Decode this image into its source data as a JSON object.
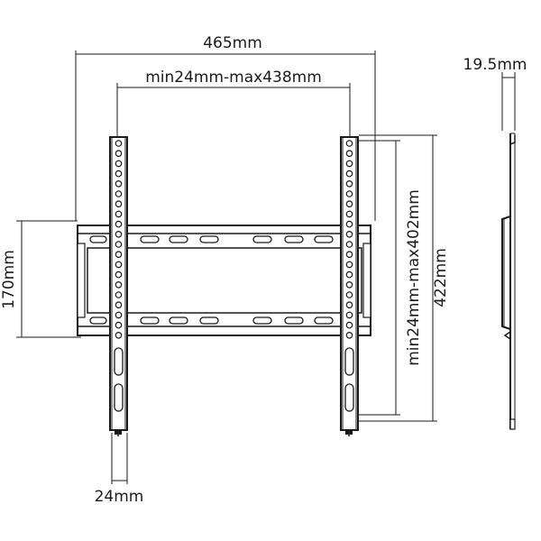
{
  "dimensions": {
    "overall_width": "465mm",
    "vesa_horizontal": "min24mm-max438mm",
    "frame_height": "170mm",
    "arm_width": "24mm",
    "vesa_vertical": "min24mm-max402mm",
    "overall_height": "422mm",
    "wall_distance": "19.5mm"
  }
}
